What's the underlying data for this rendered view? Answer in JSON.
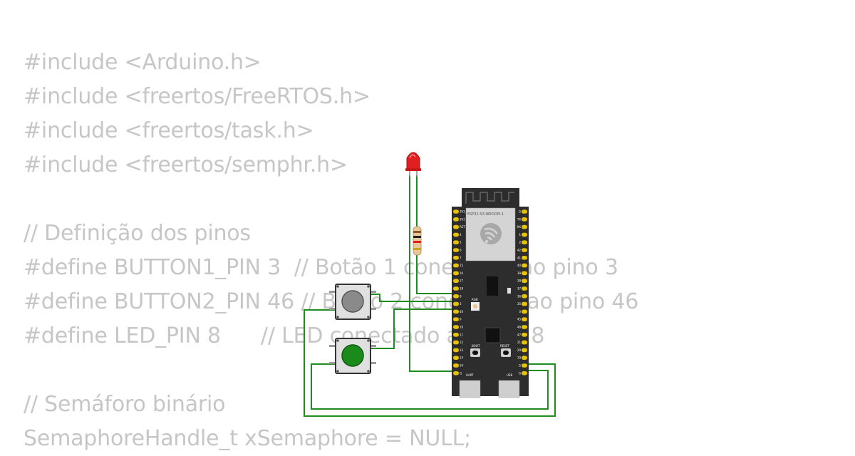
{
  "code": {
    "lines": [
      "#include <Arduino.h>",
      "#include <freertos/FreeRTOS.h>",
      "#include <freertos/task.h>",
      "#include <freertos/semphr.h>",
      "",
      "// Definição dos pinos",
      "#define BUTTON1_PIN 3  // Botão 1 conectado ao pino 3",
      "#define BUTTON2_PIN 46 // Botão 2 conectado ao pino 46",
      "#define LED_PIN 8      // LED conectado ao pino 8",
      "",
      "// Semáforo binário",
      "SemaphoreHandle_t xSemaphore = NULL;"
    ]
  },
  "board": {
    "module_label": "ESP32-S3-WROOM-1",
    "left_pins": [
      "3V3",
      "3V3",
      "RST",
      "4",
      "5",
      "6",
      "7",
      "15",
      "16",
      "17",
      "18",
      "8",
      "3",
      "46",
      "9",
      "10",
      "11",
      "12",
      "13",
      "14",
      "5V",
      "G"
    ],
    "right_pins": [
      "G",
      "TX",
      "RX",
      "1",
      "2",
      "42",
      "41",
      "40",
      "39",
      "38",
      "37",
      "36",
      "35",
      "0",
      "45",
      "48",
      "47",
      "21",
      "20",
      "19",
      "G",
      "G"
    ],
    "rgb_label": "RGB",
    "boot_label": "BOOT",
    "reset_label": "RESET",
    "uart_label": "UART",
    "usb_label": "USB"
  },
  "colors": {
    "wire": "#1e8c1e",
    "board": "#2d2d2d",
    "pin": "#e8c100",
    "led": "#e02020",
    "button1_cap": "#8a8a8a",
    "button2_cap": "#1a8a1a",
    "code_text": "#c6c6c6"
  }
}
